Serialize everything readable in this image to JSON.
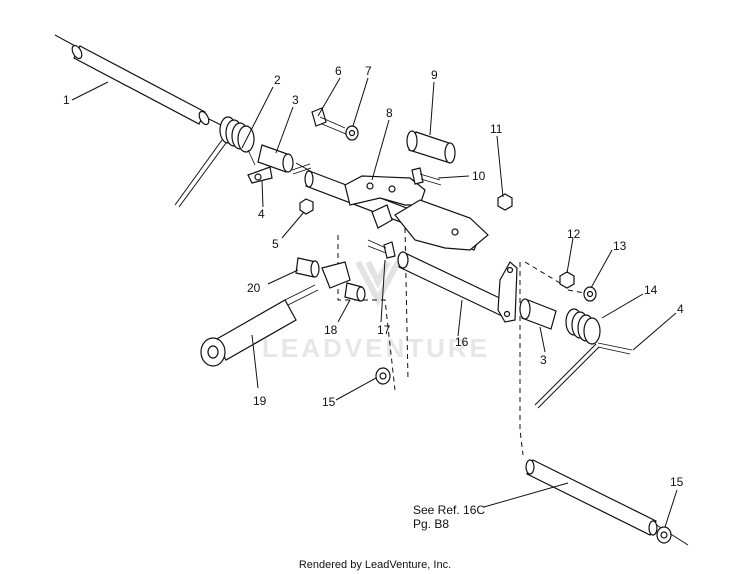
{
  "callouts": [
    "1",
    "2",
    "3",
    "4",
    "5",
    "6",
    "7",
    "8",
    "9",
    "10",
    "11",
    "12",
    "13",
    "14",
    "4",
    "3",
    "15",
    "16",
    "17",
    "18",
    "19",
    "20",
    "15"
  ],
  "reference": {
    "line1": "See Ref. 16C",
    "line2": "Pg. B8"
  },
  "watermark": "LEADVENTURE",
  "footer": "Rendered by LeadVenture, Inc."
}
